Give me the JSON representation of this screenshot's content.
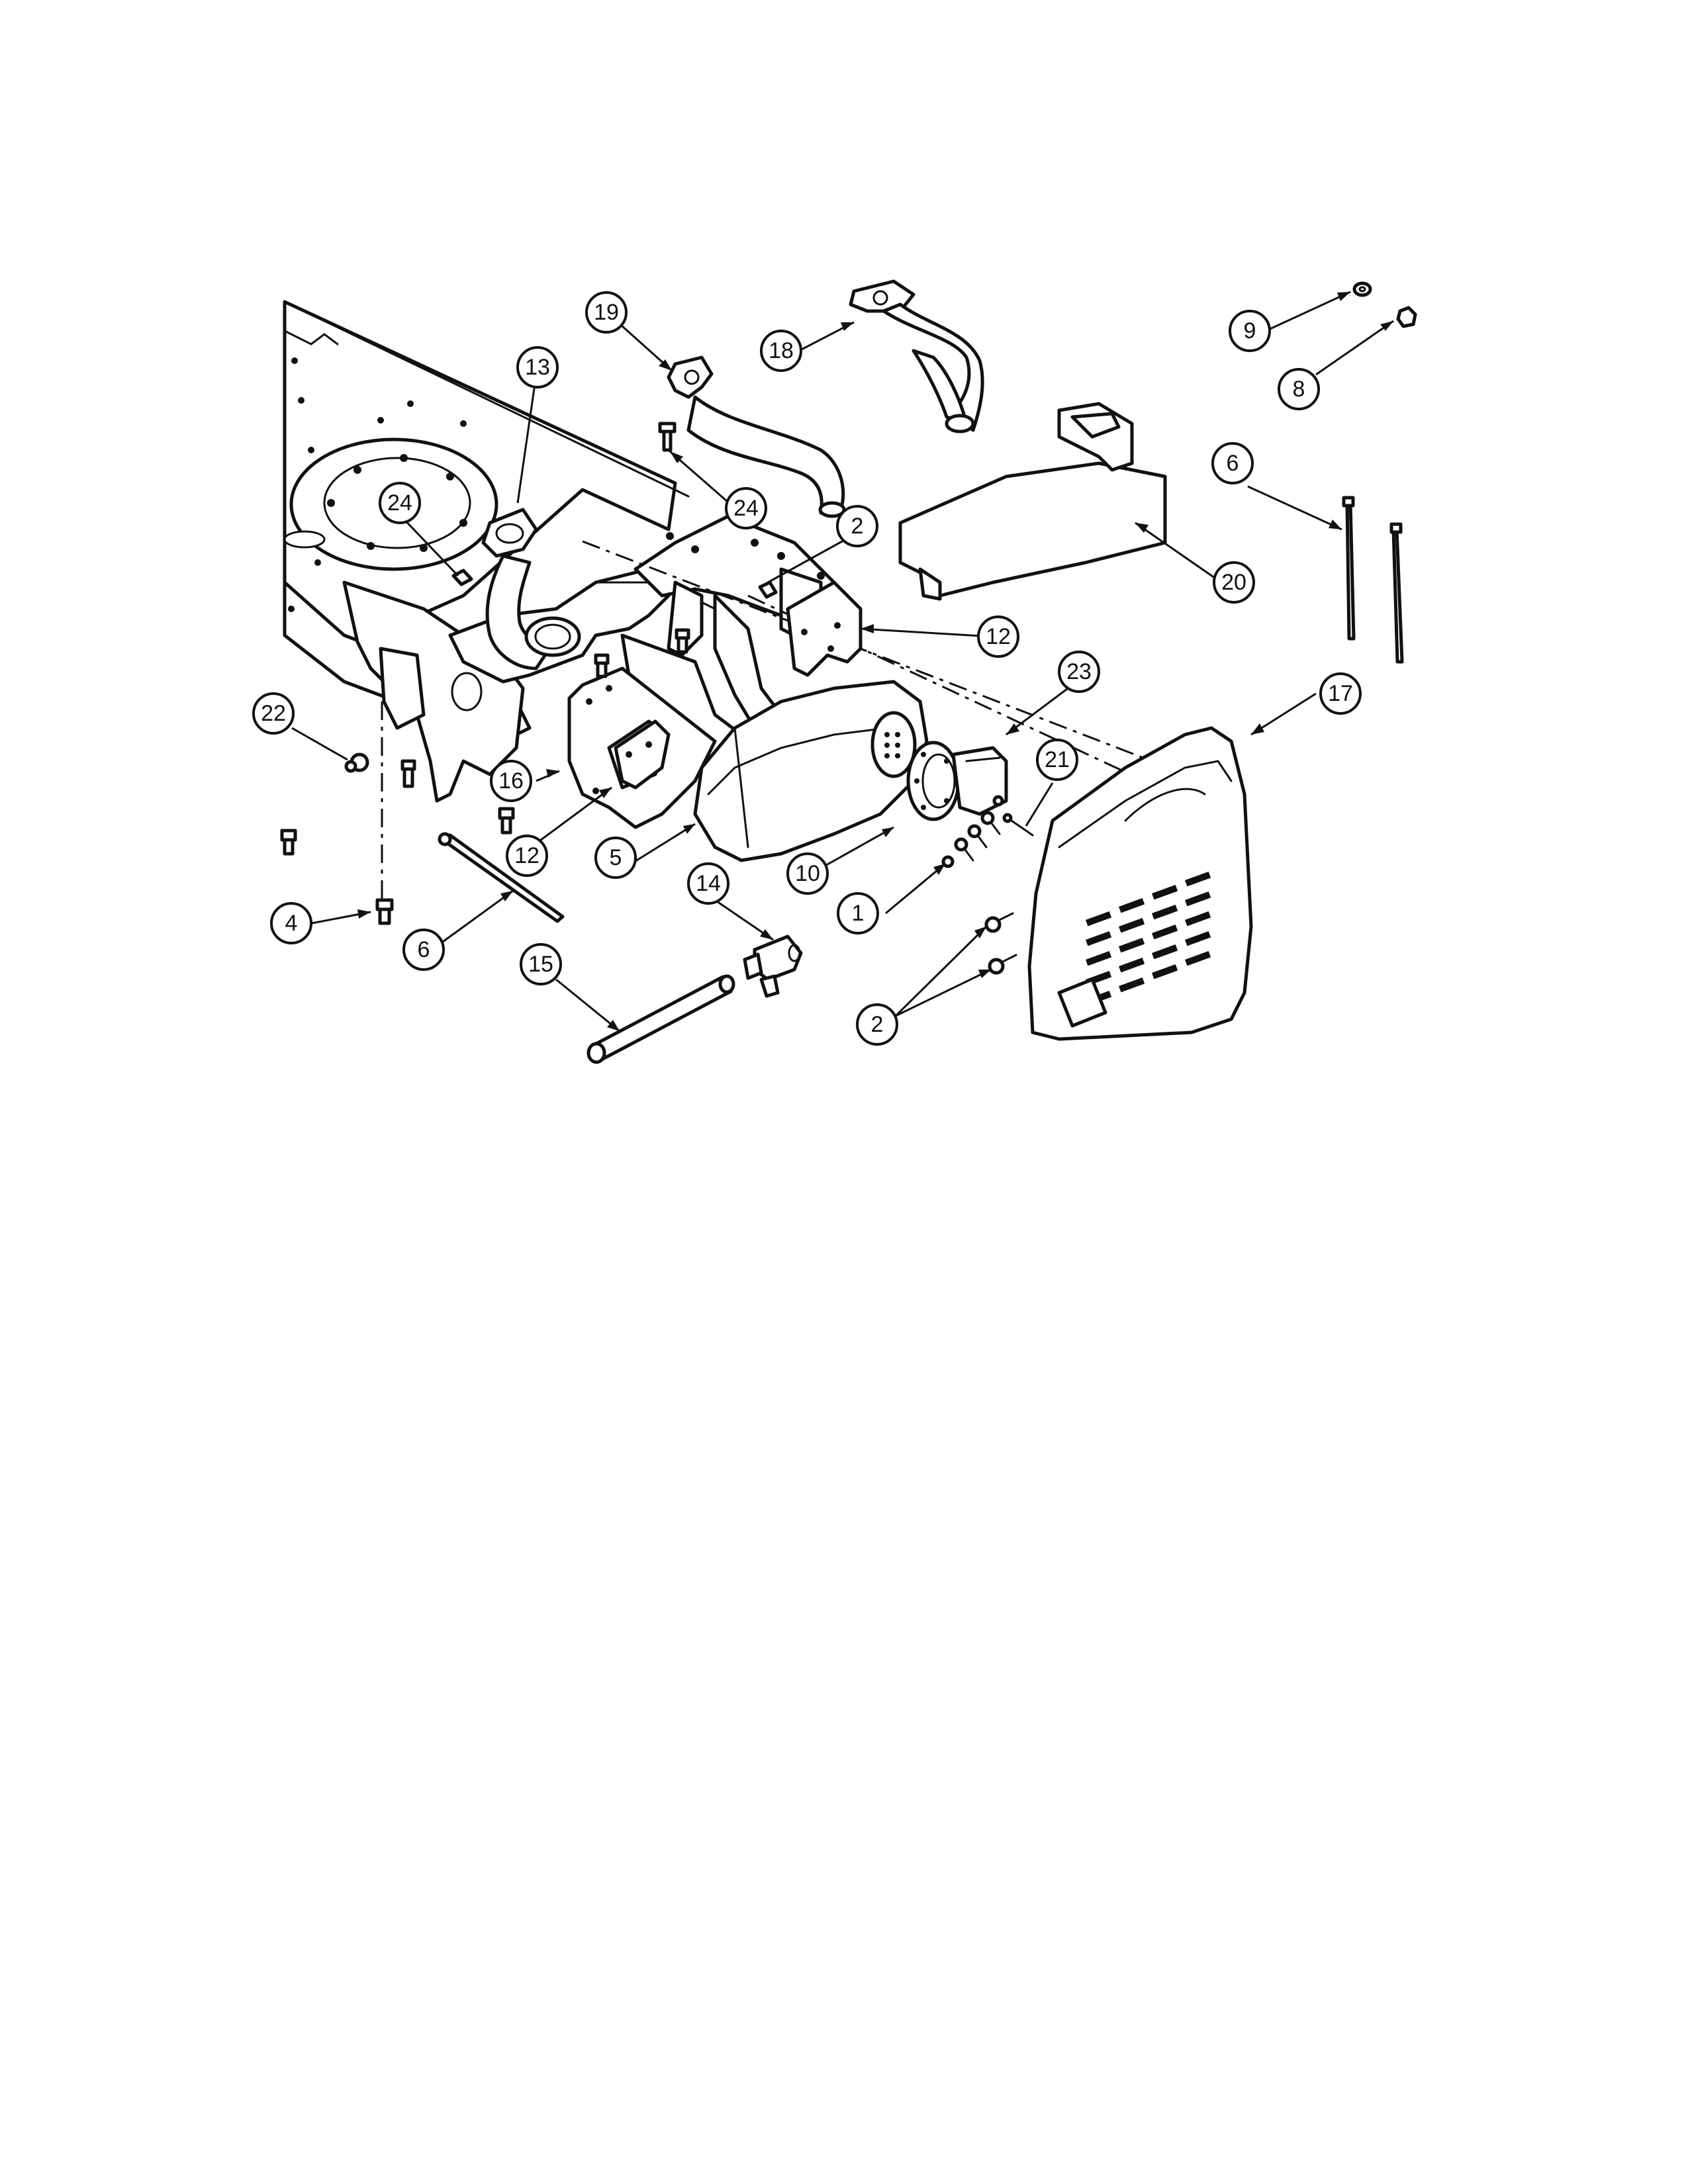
{
  "diagram": {
    "callouts": [
      {
        "id": "c19",
        "label": "19"
      },
      {
        "id": "c13",
        "label": "13"
      },
      {
        "id": "c18",
        "label": "18"
      },
      {
        "id": "c9",
        "label": "9"
      },
      {
        "id": "c8",
        "label": "8"
      },
      {
        "id": "c6a",
        "label": "6"
      },
      {
        "id": "c24a",
        "label": "24"
      },
      {
        "id": "c24b",
        "label": "24"
      },
      {
        "id": "c2a",
        "label": "2"
      },
      {
        "id": "c20",
        "label": "20"
      },
      {
        "id": "c12a",
        "label": "12"
      },
      {
        "id": "c23",
        "label": "23"
      },
      {
        "id": "c17",
        "label": "17"
      },
      {
        "id": "c22",
        "label": "22"
      },
      {
        "id": "c21",
        "label": "21"
      },
      {
        "id": "c16",
        "label": "16"
      },
      {
        "id": "c12b",
        "label": "12"
      },
      {
        "id": "c5",
        "label": "5"
      },
      {
        "id": "c10",
        "label": "10"
      },
      {
        "id": "c14",
        "label": "14"
      },
      {
        "id": "c1",
        "label": "1"
      },
      {
        "id": "c4",
        "label": "4"
      },
      {
        "id": "c6b",
        "label": "6"
      },
      {
        "id": "c15",
        "label": "15"
      },
      {
        "id": "c2b",
        "label": "2"
      }
    ]
  }
}
